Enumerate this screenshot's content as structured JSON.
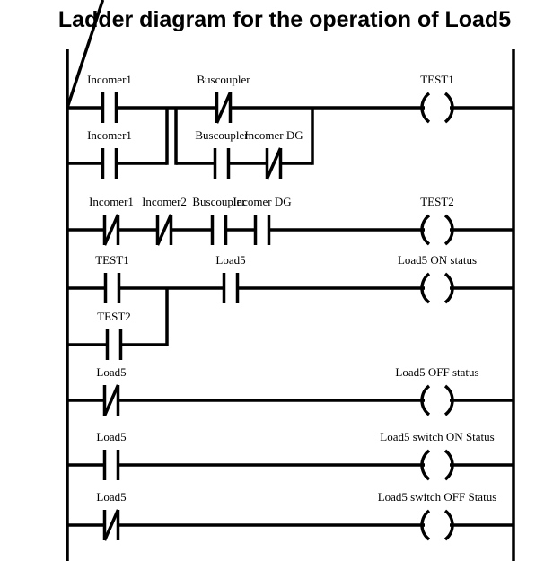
{
  "title": "Ladder diagram for the operation of Load5",
  "colors": {
    "ink": "#000000",
    "background": "#ffffff"
  },
  "element_types": {
    "NO": "normally-open contact",
    "NC": "normally-closed contact",
    "COIL": "output coil"
  },
  "rungs": [
    {
      "id": "rung-1",
      "main": [
        {
          "type": "NO",
          "label": "Incomer1"
        },
        {
          "type": "NC",
          "label": "Buscoupler"
        }
      ],
      "branch_a": [
        {
          "type": "NO",
          "label": "Incomer1"
        }
      ],
      "branch_b": [
        {
          "type": "NO",
          "label": "Buscoupler"
        },
        {
          "type": "NC",
          "label": "Incomer DG"
        }
      ],
      "coil": {
        "type": "COIL",
        "label": "TEST1"
      }
    },
    {
      "id": "rung-2",
      "main": [
        {
          "type": "NC",
          "label": "Incomer1"
        },
        {
          "type": "NC",
          "label": "Incomer2"
        },
        {
          "type": "NO",
          "label": "Buscoupler"
        },
        {
          "type": "NO",
          "label": "Incomer DG"
        }
      ],
      "coil": {
        "type": "COIL",
        "label": "TEST2"
      }
    },
    {
      "id": "rung-3",
      "main": [
        {
          "type": "NO",
          "label": "TEST1"
        },
        {
          "type": "NO",
          "label": "Load5"
        }
      ],
      "branch_a": [
        {
          "type": "NO",
          "label": "TEST2"
        }
      ],
      "coil": {
        "type": "COIL",
        "label": "Load5 ON status"
      }
    },
    {
      "id": "rung-4",
      "main": [
        {
          "type": "NC",
          "label": "Load5"
        }
      ],
      "coil": {
        "type": "COIL",
        "label": "Load5 OFF status"
      }
    },
    {
      "id": "rung-5",
      "main": [
        {
          "type": "NO",
          "label": "Load5"
        }
      ],
      "coil": {
        "type": "COIL",
        "label": "Load5 switch ON Status"
      }
    },
    {
      "id": "rung-6",
      "main": [
        {
          "type": "NC",
          "label": "Load5"
        }
      ],
      "coil": {
        "type": "COIL",
        "label": "Load5 switch OFF Status"
      }
    }
  ]
}
